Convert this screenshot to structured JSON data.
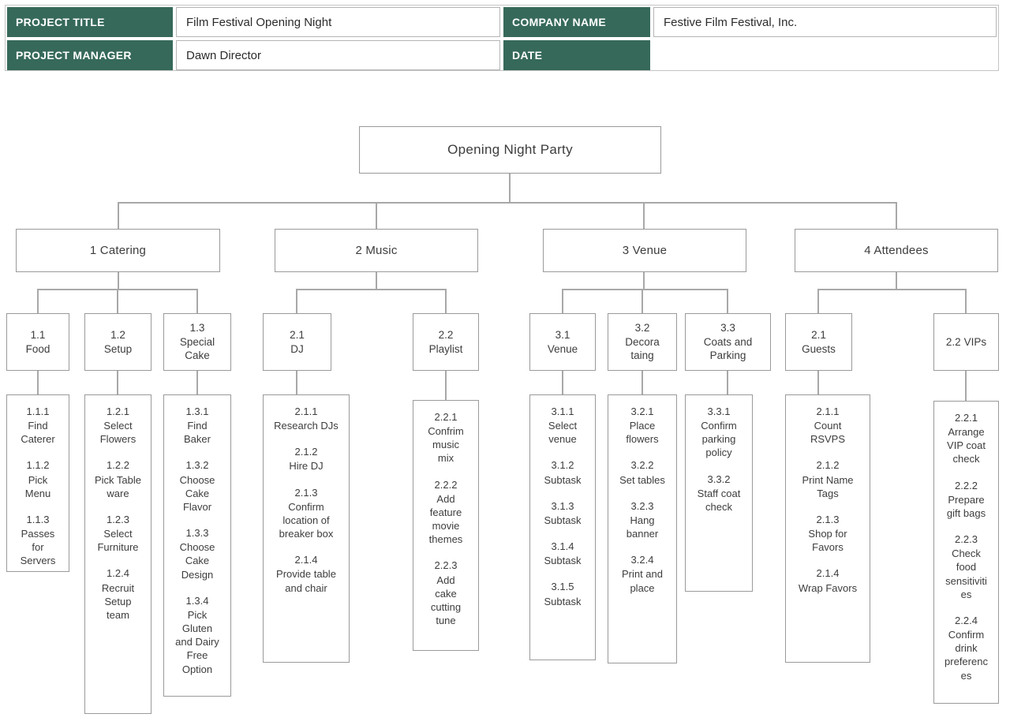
{
  "header": {
    "project_title": {
      "label": "PROJECT TITLE",
      "value": "Film Festival Opening Night"
    },
    "company_name": {
      "label": "COMPANY NAME",
      "value": "Festive Film Festival, Inc."
    },
    "project_manager": {
      "label": "PROJECT MANAGER",
      "value": "Dawn Director"
    },
    "date": {
      "label": "DATE",
      "value": ""
    }
  },
  "colors": {
    "header_green": "#36695A",
    "box_border": "#9a9a9a",
    "connector_gray": "#a8a8a8"
  },
  "tree": {
    "root": "Opening Night Party",
    "branches": [
      {
        "label": "1 Catering",
        "children": [
          {
            "code": "1.1",
            "name": "Food",
            "tasks": [
              {
                "id": "1.1.1",
                "label": "Find Caterer"
              },
              {
                "id": "1.1.2",
                "label": "Pick Menu"
              },
              {
                "id": "1.1.3",
                "label": "Passes for Servers"
              }
            ]
          },
          {
            "code": "1.2",
            "name": "Setup",
            "tasks": [
              {
                "id": "1.2.1",
                "label": "Select Flowers"
              },
              {
                "id": "1.2.2",
                "label": "Pick Table ware"
              },
              {
                "id": "1.2.3",
                "label": "Select Furniture"
              },
              {
                "id": "1.2.4",
                "label": "Recruit Setup team"
              }
            ]
          },
          {
            "code": "1.3",
            "name": "Special Cake",
            "tasks": [
              {
                "id": "1.3.1",
                "label": "Find Baker"
              },
              {
                "id": "1.3.2",
                "label": "Choose Cake Flavor"
              },
              {
                "id": "1.3.3",
                "label": "Choose Cake Design"
              },
              {
                "id": "1.3.4",
                "label": "Pick Gluten and Dairy Free Option"
              }
            ]
          }
        ]
      },
      {
        "label": "2 Music",
        "children": [
          {
            "code": "2.1",
            "name": "DJ",
            "tasks": [
              {
                "id": "2.1.1",
                "label": "Research DJs"
              },
              {
                "id": "2.1.2",
                "label": "Hire DJ"
              },
              {
                "id": "2.1.3",
                "label": "Confirm location of breaker box"
              },
              {
                "id": "2.1.4",
                "label": "Provide table and chair"
              }
            ]
          },
          {
            "code": "2.2",
            "name": "Playlist",
            "tasks": [
              {
                "id": "2.2.1",
                "label": "Confrim music mix"
              },
              {
                "id": "2.2.2",
                "label": "Add feature movie themes"
              },
              {
                "id": "2.2.3",
                "label": "Add cake cutting tune"
              }
            ]
          }
        ]
      },
      {
        "label": "3 Venue",
        "children": [
          {
            "code": "3.1",
            "name": "Venue",
            "tasks": [
              {
                "id": "3.1.1",
                "label": "Select venue"
              },
              {
                "id": "3.1.2",
                "label": "Subtask"
              },
              {
                "id": "3.1.3",
                "label": "Subtask"
              },
              {
                "id": "3.1.4",
                "label": "Subtask"
              },
              {
                "id": "3.1.5",
                "label": "Subtask"
              }
            ]
          },
          {
            "code": "3.2",
            "name": "Decora taing",
            "tasks": [
              {
                "id": "3.2.1",
                "label": "Place flowers"
              },
              {
                "id": "3.2.2",
                "label": "Set tables"
              },
              {
                "id": "3.2.3",
                "label": "Hang banner"
              },
              {
                "id": "3.2.4",
                "label": "Print and place"
              }
            ]
          },
          {
            "code": "3.3",
            "name": "Coats and Parking",
            "tasks": [
              {
                "id": "3.3.1",
                "label": "Confirm parking policy"
              },
              {
                "id": "3.3.2",
                "label": "Staff coat check"
              }
            ]
          }
        ]
      },
      {
        "label": "4 Attendees",
        "children": [
          {
            "code": "2.1",
            "name": "Guests",
            "tasks": [
              {
                "id": "2.1.1",
                "label": "Count RSVPS"
              },
              {
                "id": "2.1.2",
                "label": "Print Name Tags"
              },
              {
                "id": "2.1.3",
                "label": "Shop for Favors"
              },
              {
                "id": "2.1.4",
                "label": "Wrap Favors"
              }
            ]
          },
          {
            "code": "2.2",
            "name": "VIPs",
            "tasks": [
              {
                "id": "2.2.1",
                "label": "Arrange VIP coat check"
              },
              {
                "id": "2.2.2",
                "label": "Prepare gift bags"
              },
              {
                "id": "2.2.3",
                "label": "Check food sensitivities"
              },
              {
                "id": "2.2.4",
                "label": "Confirm drink preferences"
              }
            ]
          }
        ]
      }
    ]
  }
}
